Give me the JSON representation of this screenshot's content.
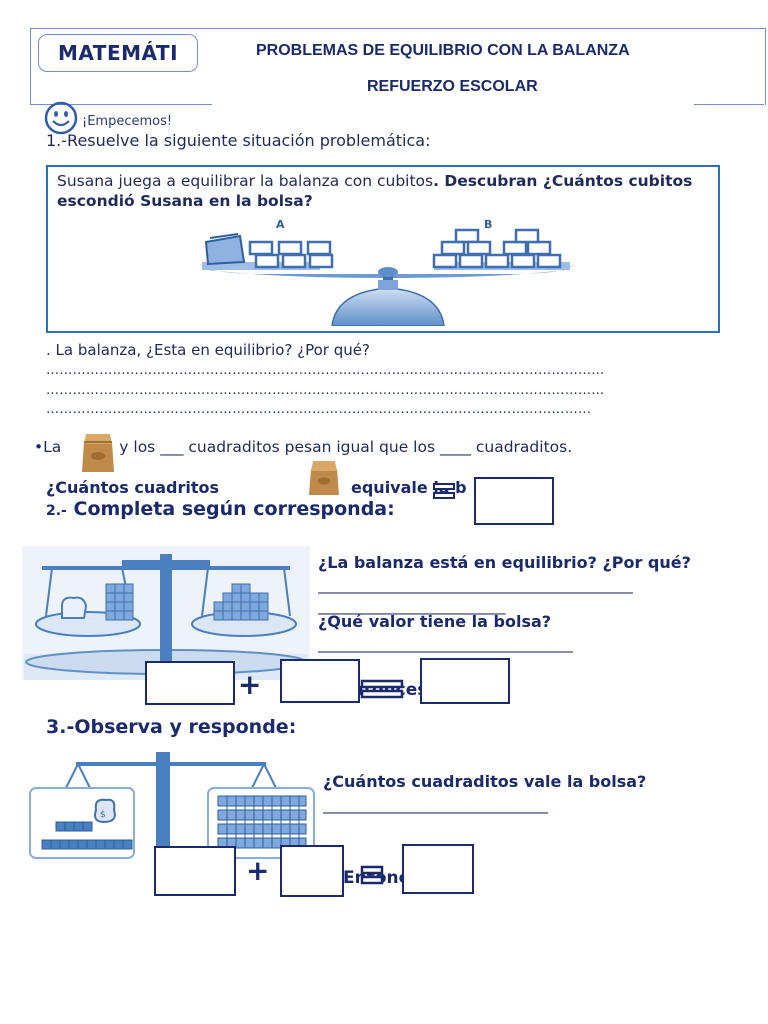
{
  "header": {
    "subject": "MATEMÁTI",
    "title_line1": "PROBLEMAS DE EQUILIBRIO CON LA BALANZA",
    "title_line2": "REFUERZO ESCOLAR"
  },
  "intro": {
    "start_label": "¡Empecemos!"
  },
  "section1": {
    "heading": "1.-Resuelve la siguiente situación problemática:",
    "problem_plain": "Susana juega a equilibrar la balanza con cubitos",
    "problem_bold": ". Descubran ¿Cuántos cubitos escondió Susana en la bolsa?",
    "label_a": "A",
    "label_b": "B",
    "question": ". La balanza, ¿Esta en equilibrio? ¿Por qué?",
    "dots_line1": "………………………………………………………………………………………………………………",
    "dots_line2": "………………………………………………………………………………………………………………",
    "dots_line3": "……………………………………………………………………………………………………………",
    "bullet_prefix": "La",
    "bullet_suffix": "y los ___ cuadraditos pesan igual que los ____ cuadraditos.",
    "count_question_left": "¿Cuántos cuadritos",
    "count_question_right": "equivale la b"
  },
  "section2": {
    "number": "2.-",
    "heading": "Completa según corresponda:",
    "q_balance": "¿La balanza está en equilibrio? ¿Por qué?",
    "line_a": "__________________________________________",
    "line_b": "_________________________",
    "q_value": "¿Qué valor tiene la bolsa?",
    "line_c": "__________________________________",
    "entonces": "Entonces",
    "plus": "+",
    "equals": "="
  },
  "section3": {
    "heading": "3.-Observa y responde:",
    "q_value": "¿Cuántos cuadraditos vale la bolsa?",
    "line_a": "______________________________",
    "entonces": "Entonces",
    "plus": "+",
    "equals": "="
  },
  "colors": {
    "ink": "#1a2a6c",
    "frame": "#6f8fd0",
    "box_border": "#2f6fb3",
    "cube": "#4a7fc0",
    "bag": "#b07a3a"
  }
}
